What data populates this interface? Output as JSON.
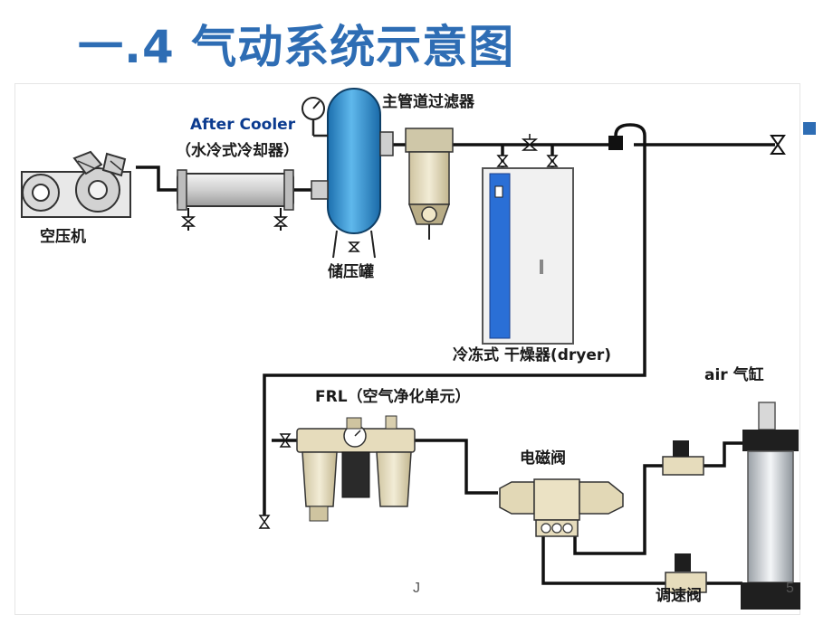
{
  "title": "一.4  气动系统示意图",
  "labels": {
    "main_filter": "主管道过滤器",
    "after_cooler": "After Cooler",
    "after_cooler_cn": "（水冷式冷却器）",
    "compressor": "空压机",
    "tank": "储压罐",
    "dryer": "冷冻式 干燥器(dryer)",
    "air_cylinder": "air 气缸",
    "frl": "FRL（空气净化单元）",
    "solenoid_valve": "电磁阀",
    "speed_valve": "调速阀"
  },
  "footer": {
    "left_mark": "J",
    "page_number": "5"
  },
  "colors": {
    "title": "#2e6db4",
    "tank": "#2a8fcf",
    "dryer_stripe": "#2a6fd6",
    "pipe": "#111111",
    "equipment": "#e9e1c7"
  }
}
